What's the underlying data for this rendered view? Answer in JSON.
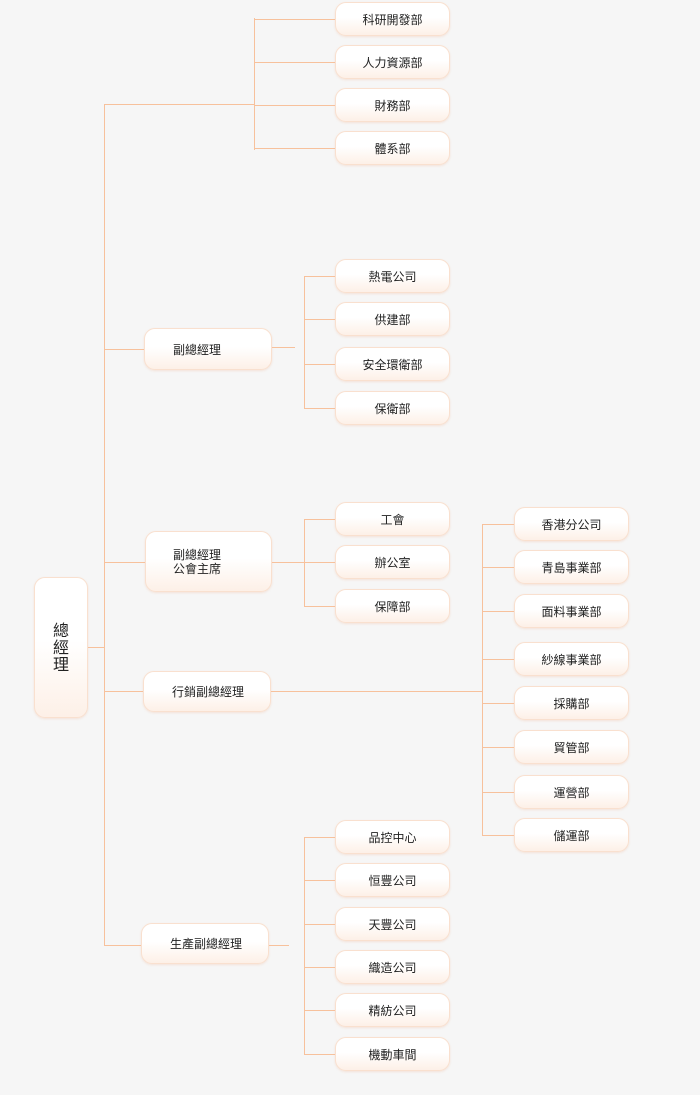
{
  "root": {
    "label_chars": [
      "總",
      "經",
      "理"
    ]
  },
  "top_group": {
    "children": [
      "科研開發部",
      "人力資源部",
      "財務部",
      "體系部"
    ]
  },
  "branches": [
    {
      "label_lines": [
        "副總經理"
      ],
      "children": [
        "熱電公司",
        "供建部",
        "安全環衛部",
        "保衛部"
      ]
    },
    {
      "label_lines": [
        "副總經理",
        "公會主席"
      ],
      "children": [
        "工會",
        "辦公室",
        "保障部"
      ]
    },
    {
      "label_lines": [
        "行銷副總經理"
      ],
      "children": [
        "香港分公司",
        "青島事業部",
        "面料事業部",
        "紗線事業部",
        "採購部",
        "貿管部",
        "運營部",
        "儲運部"
      ]
    },
    {
      "label_lines": [
        "生產副總經理"
      ],
      "children": [
        "品控中心",
        "恒豐公司",
        "天豐公司",
        "織造公司",
        "精紡公司",
        "機動車間"
      ]
    }
  ],
  "colors": {
    "connector": "#f7c19c",
    "box_border": "#f9e0cf",
    "background": "#f6f6f6"
  }
}
